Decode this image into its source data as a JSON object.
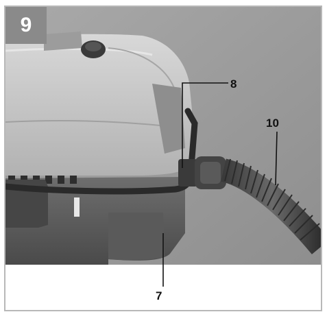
{
  "figure": {
    "number": "9",
    "callouts": {
      "c8": "8",
      "c10": "10",
      "c7": "7"
    }
  }
}
